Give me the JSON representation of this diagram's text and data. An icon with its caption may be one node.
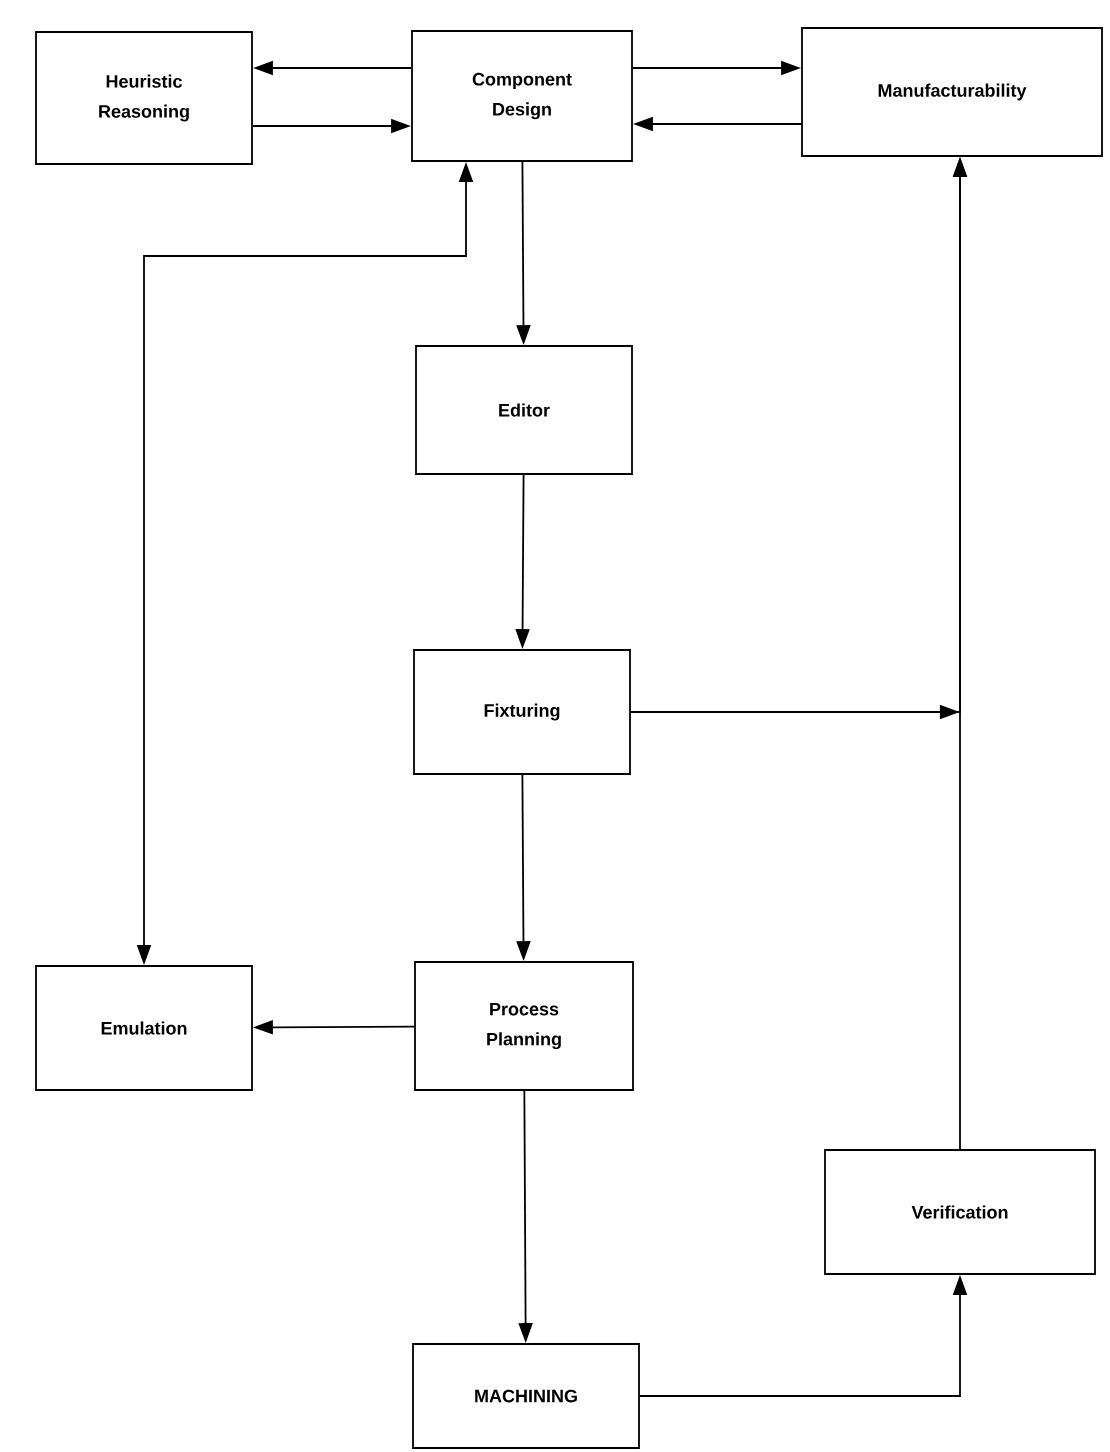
{
  "diagram": {
    "nodes": [
      {
        "text": [
          "Heuristic Reasoning"
        ]
      },
      {
        "text": [
          "Component Design"
        ]
      },
      {
        "text": [
          "Manufacturability"
        ]
      },
      {
        "text": [
          "Editor"
        ]
      },
      {
        "text": [
          "Fixturing"
        ]
      },
      {
        "text": [
          "Emulation"
        ]
      },
      {
        "text": [
          "Process Planning"
        ]
      },
      {
        "text": [
          "Verification"
        ]
      },
      {
        "text": [
          "MACHINING"
        ]
      }
    ],
    "edges": [
      {
        "from": 1,
        "to": 0,
        "arrow": "to"
      },
      {
        "from": 0,
        "to": 1,
        "arrow": "to"
      },
      {
        "from": 1,
        "to": 2,
        "arrow": "to"
      },
      {
        "from": 2,
        "to": 1,
        "arrow": "to"
      },
      {
        "from": 5,
        "to": 1,
        "arrow": "both"
      },
      {
        "from": 1,
        "to": 3,
        "arrow": "to"
      },
      {
        "from": 3,
        "to": 4,
        "arrow": "to"
      },
      {
        "from": 4,
        "to": 2,
        "arrow": "to"
      },
      {
        "from": 4,
        "to": 6,
        "arrow": "to"
      },
      {
        "from": 6,
        "to": 5,
        "arrow": "to"
      },
      {
        "from": 6,
        "to": 8,
        "arrow": "to"
      },
      {
        "from": 8,
        "to": 7,
        "arrow": "to"
      },
      {
        "from": 7,
        "to": 2,
        "arrow": "to"
      }
    ]
  }
}
